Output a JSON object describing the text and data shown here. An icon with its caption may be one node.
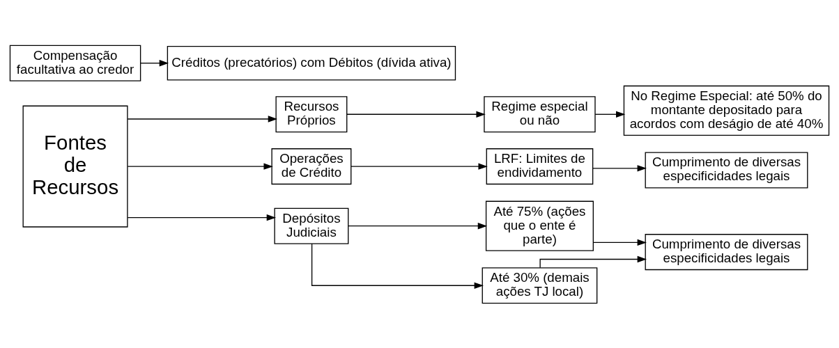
{
  "diagram": {
    "nodes": [
      {
        "text": [
          "Fontes de Recursos"
        ]
      },
      {
        "text": [
          "Recursos Próprios"
        ]
      },
      {
        "text": [
          "Regime especial ou não"
        ]
      },
      {
        "text": [
          "No Regime Especial: até 50% do montante depositado para acordos com deságio de até 40%"
        ]
      },
      {
        "text": [
          "Operações de Crédito"
        ]
      },
      {
        "text": [
          "LRF: Limites de endividamento"
        ]
      },
      {
        "text": [
          "Cumprimento de diversas especificidades legais"
        ]
      },
      {
        "text": [
          "Depósitos Judiciais"
        ]
      },
      {
        "text": [
          "Até 75% (ações que o ente é parte)"
        ]
      },
      {
        "text": [
          "Até 30% (demais ações TJ local)"
        ]
      },
      {
        "text": [
          "Cumprimento de diversas especificidades legais"
        ]
      },
      {
        "text": [
          "Compensação facultativa ao credor"
        ]
      },
      {
        "text": [
          "Créditos (precatórios) com Débitos (dívida ativa)"
        ]
      }
    ],
    "edges": [
      {
        "from": 0,
        "to": 1,
        "arrow": "to"
      },
      {
        "from": 0,
        "to": 4,
        "arrow": "to"
      },
      {
        "from": 0,
        "to": 7,
        "arrow": "to"
      },
      {
        "from": 1,
        "to": 2,
        "arrow": "to"
      },
      {
        "from": 2,
        "to": 3,
        "arrow": "to"
      },
      {
        "from": 4,
        "to": 5,
        "arrow": "to"
      },
      {
        "from": 5,
        "to": 6,
        "arrow": "to"
      },
      {
        "from": 7,
        "to": 8,
        "arrow": "to"
      },
      {
        "from": 7,
        "to": 9,
        "arrow": "to"
      },
      {
        "from": 8,
        "to": 10,
        "arrow": "to"
      },
      {
        "from": 9,
        "to": 10,
        "arrow": "to"
      },
      {
        "from": 11,
        "to": 12,
        "arrow": "to"
      }
    ]
  }
}
